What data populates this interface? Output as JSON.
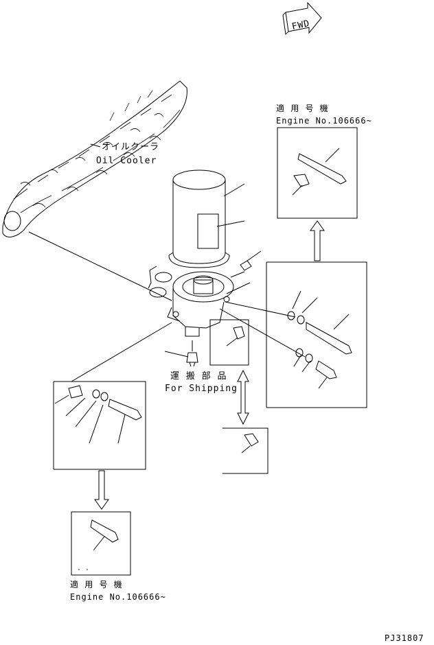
{
  "labels": {
    "fwd": "FWD",
    "oil_cooler_jp": "オイルクーラ",
    "oil_cooler_en": "Oil Cooler",
    "shipping_jp": "運 搬 部 品",
    "shipping_en": "For Shipping",
    "applicable_jp_top": "適 用 号 機",
    "engine_no_top": "Engine No.106666~",
    "applicable_jp_bottom": "適 用 号 機",
    "engine_no_bottom": "Engine No.106666~",
    "drawing_no": "PJ31807"
  }
}
